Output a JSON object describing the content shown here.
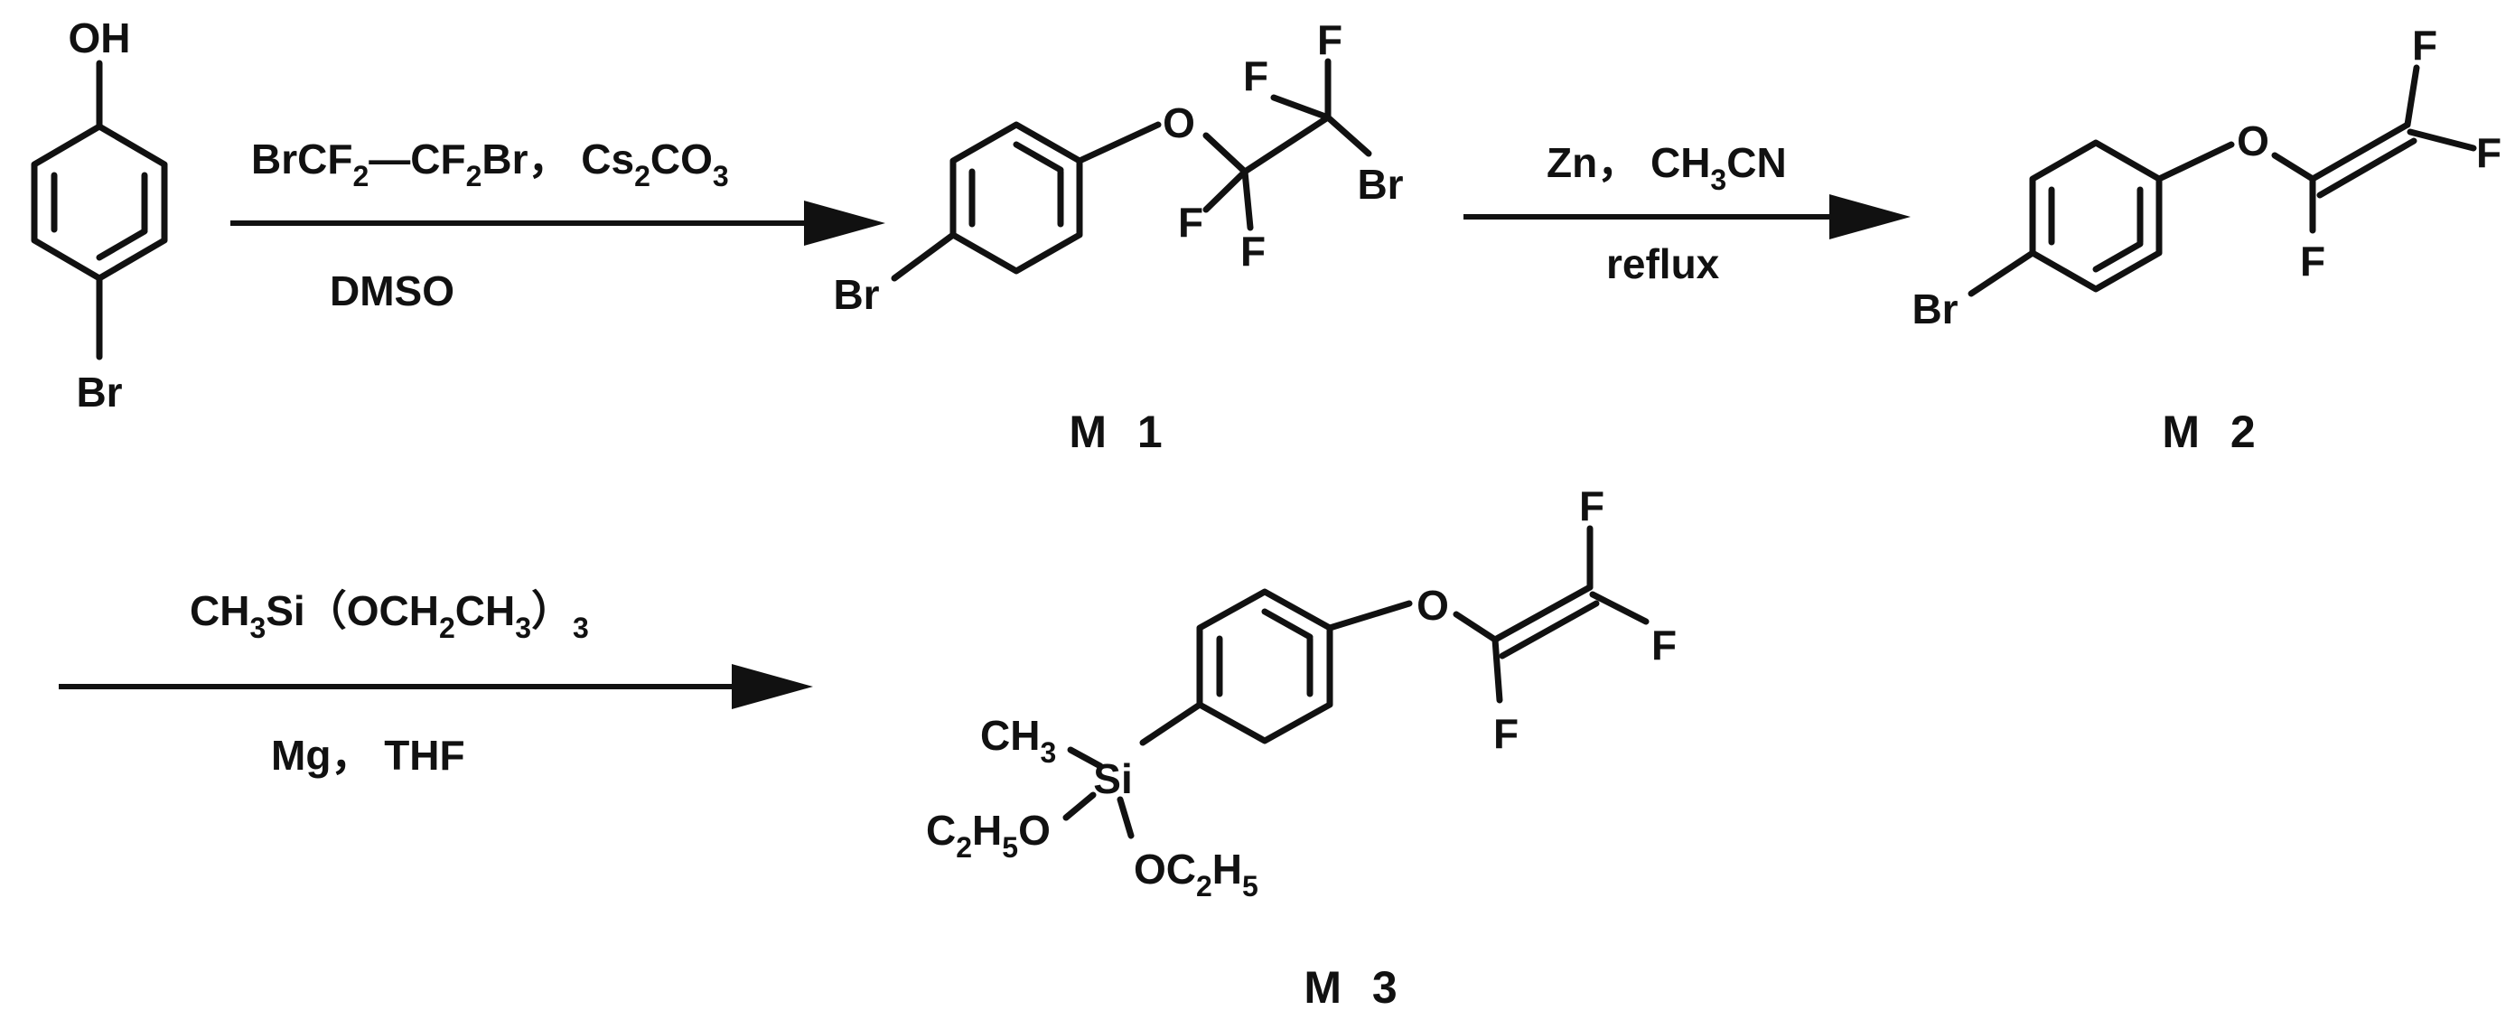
{
  "start": {
    "oh": "OH",
    "br": "Br"
  },
  "step1": {
    "above": {
      "p1": "BrCF",
      "s1": "2",
      "p2": "—CF",
      "s2": "2",
      "p3": "Br， Cs",
      "s3": "2",
      "p4": "CO",
      "s4": "3"
    },
    "below": "DMSO"
  },
  "m1": {
    "o": "O",
    "f_top": "F",
    "f_mid": "F",
    "br_chain": "Br",
    "f_low1": "F",
    "f_low2": "F",
    "br_ring": "Br",
    "label": "M 1"
  },
  "step2": {
    "above": {
      "p1": "Zn， CH",
      "s1": "3",
      "p2": "CN"
    },
    "below": "reflux"
  },
  "m2": {
    "o": "O",
    "f1": "F",
    "f2": "F",
    "f3": "F",
    "br_ring": "Br",
    "label": "M 2"
  },
  "step3": {
    "above": {
      "p1": "CH",
      "s1": "3",
      "p2": "Si（OCH",
      "s2": "2",
      "p3": "CH",
      "s3": "3",
      "p4": "）",
      "s4": "3"
    },
    "below": "Mg， THF"
  },
  "m3": {
    "o": "O",
    "f1": "F",
    "f2": "F",
    "f3": "F",
    "ch3": {
      "p1": "CH",
      "s1": "3"
    },
    "si": "Si",
    "oet_left": {
      "p1": "C",
      "s1": "2",
      "p2": "H",
      "s2": "5",
      "p3": "O"
    },
    "oet_bottom": {
      "p1": "OC",
      "s1": "2",
      "p2": "H",
      "s2": "5"
    },
    "label": "M 3"
  }
}
